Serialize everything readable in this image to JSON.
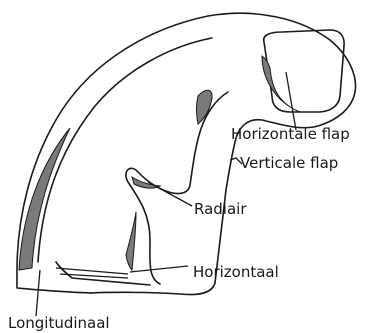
{
  "labels": {
    "horizontal_flap": "Horizontale flap",
    "vertical_flap": "Verticale flap",
    "radial": "Radiair",
    "horizontal": "Horizontaal",
    "longitudinal": "Longitudinaal"
  }
}
